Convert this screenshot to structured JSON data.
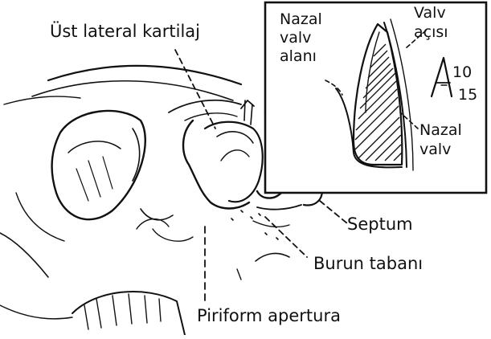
{
  "labels": {
    "ust_lateral_kartilaj": "Üst lateral kartilaj",
    "septum": "Septum",
    "burun_tabani": "Burun tabanı",
    "piriform_apertura": "Piriform apertura"
  },
  "inset": {
    "nazal_valv_alani": [
      "Nazal",
      "valv",
      "alanı"
    ],
    "valv_acisi": [
      "Valv",
      "açısı"
    ],
    "angle_range": [
      "10",
      "15"
    ],
    "nazal_valv": [
      "Nazal",
      "valv"
    ]
  },
  "colors": {
    "ink": "#111111",
    "paper": "#ffffff"
  }
}
